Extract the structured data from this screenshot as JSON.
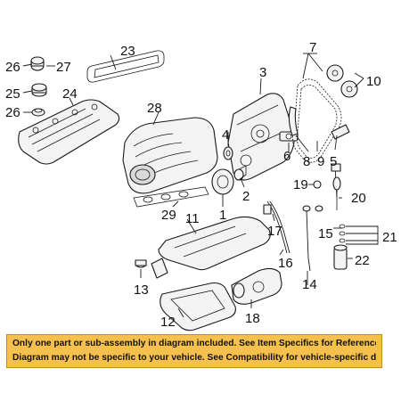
{
  "callouts": [
    "1",
    "2",
    "3",
    "4",
    "5",
    "6",
    "7",
    "8",
    "9",
    "10",
    "11",
    "12",
    "13",
    "14",
    "15",
    "16",
    "17",
    "18",
    "19",
    "20",
    "21",
    "22",
    "23",
    "24",
    "25",
    "26",
    "26",
    "27",
    "28",
    "29"
  ],
  "disclaimer": {
    "line1": "Only one part or sub-assembly in diagram included. See Item Specifics for Reference #.",
    "line2": "Diagram may not be specific to your vehicle. See Compatibility for vehicle-specific diagrams."
  },
  "colors": {
    "banner": "#f5c04d",
    "line": "#1a1a1a",
    "part_fill": "#f3f3f3"
  }
}
